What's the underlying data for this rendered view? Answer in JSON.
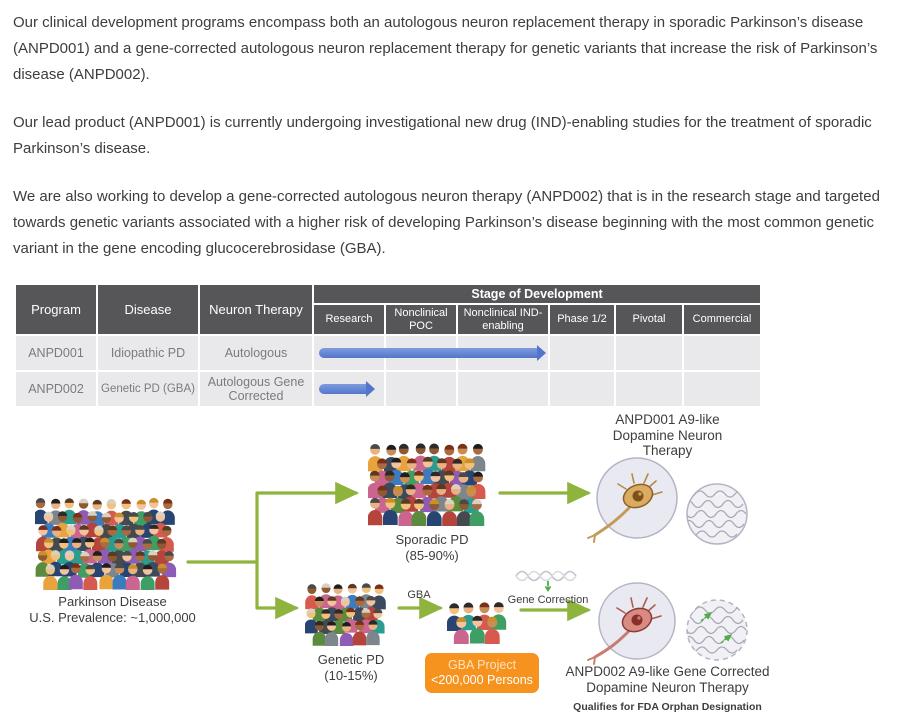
{
  "paragraphs": [
    "Our clinical development programs encompass both an autologous neuron replacement therapy in sporadic Parkinson’s disease (ANPD001) and a gene-corrected autologous neuron replacement therapy for genetic variants that increase the risk of Parkinson’s disease (ANPD002).",
    "Our lead product (ANPD001) is currently undergoing investigational new drug (IND)-enabling studies for the treatment of sporadic Parkinson’s disease.",
    "We are also working to develop a gene-corrected autologous neuron therapy (ANPD002) that is in the research stage and targeted towards genetic variants associated with a higher risk of developing Parkinson’s disease beginning with the most common genetic variant in the gene encoding glucocerebrosidase (GBA)."
  ],
  "table": {
    "stage_header": "Stage of Development",
    "left_columns": [
      "Program",
      "Disease",
      "Neuron Therapy"
    ],
    "stage_columns": [
      "Research",
      "Nonclinical POC",
      "Nonclinical IND-enabling",
      "Phase 1/2",
      "Pivotal",
      "Commercial"
    ],
    "rows": [
      {
        "program": "ANPD001",
        "disease": "Idiopathic PD",
        "therapy": "Autologous",
        "progress": "Research through Nonclinical IND-enabling",
        "arrow_pct": 51
      },
      {
        "program": "ANPD002",
        "disease": "Genetic PD (GBA)",
        "therapy": "Autologous Gene Corrected",
        "progress": "Research",
        "arrow_pct": 12.5
      }
    ]
  },
  "diagram": {
    "source": {
      "title": "Parkinson Disease",
      "subtitle": "U.S. Prevalence: ~1,000,000"
    },
    "sporadic": {
      "name": "Sporadic PD",
      "pct": "(85-90%)"
    },
    "genetic": {
      "name": "Genetic PD",
      "pct": "(10-15%)"
    },
    "gba_label": "GBA",
    "gene_correction_label": "Gene Correction",
    "anpd001_title_lines": [
      "ANPD001 A9-like",
      "Dopamine Neuron",
      "Therapy"
    ],
    "anpd002_title_lines": [
      "ANPD002 A9-like Gene Corrected",
      "Dopamine Neuron Therapy"
    ],
    "anpd002_subtitle": "Qualifies for FDA Orphan Designation",
    "gba_project": {
      "line1": "GBA Project",
      "line2": "<200,000 Persons"
    }
  },
  "colors": {
    "table_header_bg": "#565658",
    "table_row_bg": "#e9e9eb",
    "progress_arrow_blue": "#5376ca",
    "flow_arrow_green": "#8fb43e",
    "gba_box_orange": "#f6921e"
  }
}
